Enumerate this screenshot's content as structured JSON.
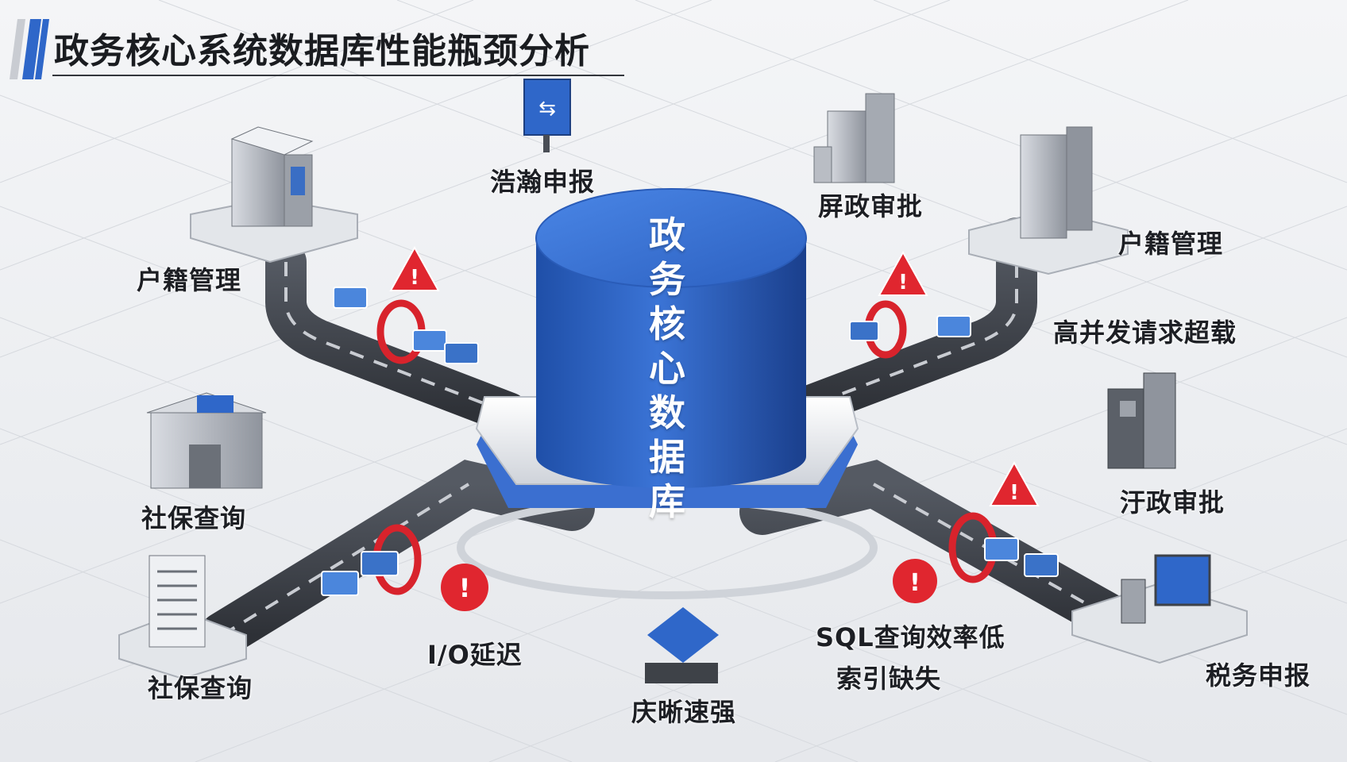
{
  "title": "政务核心系统数据库性能瓶颈分析",
  "central_database": {
    "label": "政务核心数据库"
  },
  "nodes": {
    "top_center": "浩瀚申报",
    "top_right": "屏政审批",
    "left_upper": "户籍管理",
    "right_upper": "户籍管理",
    "left_middle": "社保查询",
    "right_middle": "汙政审批",
    "left_lower": "社保查询",
    "right_lower": "税务申报",
    "bottom_center": "庆晰速强"
  },
  "issues": {
    "high_concurrency": "高并发请求超载",
    "io_latency": "I/O延迟",
    "sql_inefficient": "SQL查询效率低",
    "missing_index": "索引缺失"
  },
  "colors": {
    "accent_blue": "#2f67c9",
    "alert_red": "#e0262f",
    "pipe_dark": "#3a3d44"
  }
}
